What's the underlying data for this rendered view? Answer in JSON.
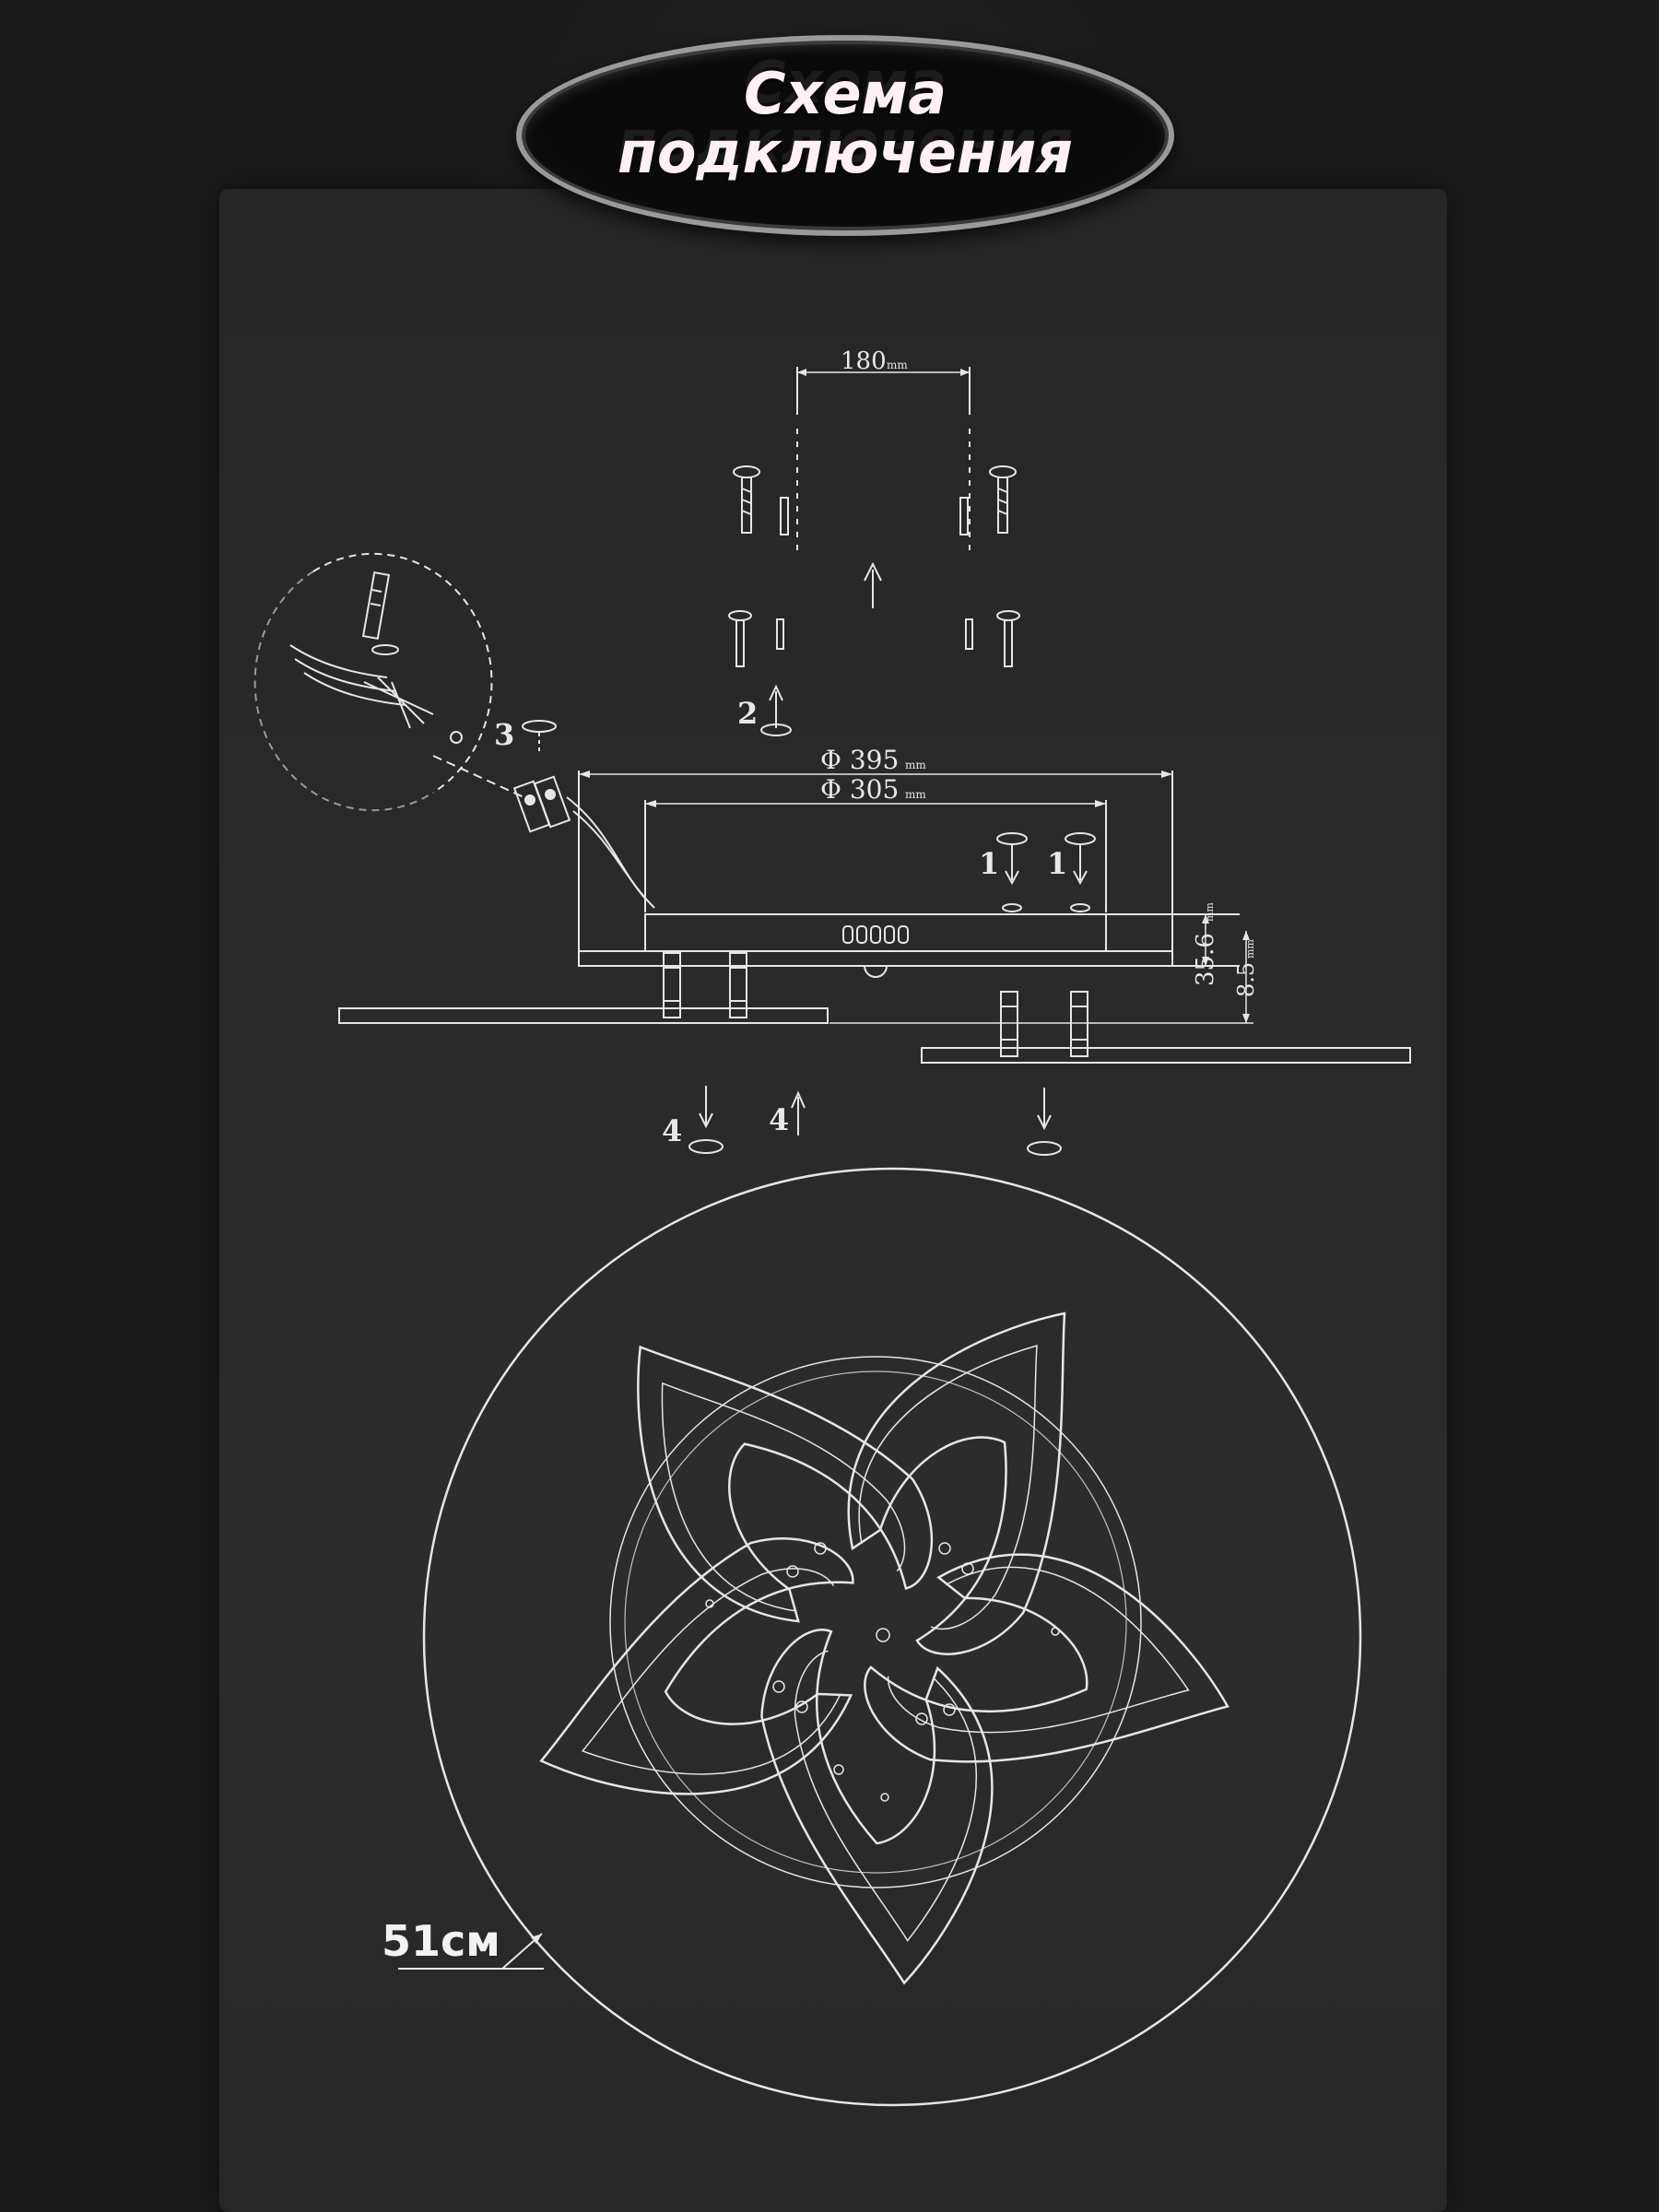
{
  "title": "Схема\nподключения",
  "dimensions": {
    "spacing": "180",
    "spacing_unit": "mm",
    "outer_diameter": "Φ 395",
    "outer_unit": "mm",
    "inner_diameter": "Φ 305",
    "inner_unit": "mm",
    "height_body": "35.6",
    "height_body_unit": "mm",
    "height_plate": "8.5",
    "height_plate_unit": "mm",
    "overall": "51см"
  },
  "steps": {
    "step1": "1",
    "step2": "2",
    "step3": "3",
    "step4": "4"
  }
}
